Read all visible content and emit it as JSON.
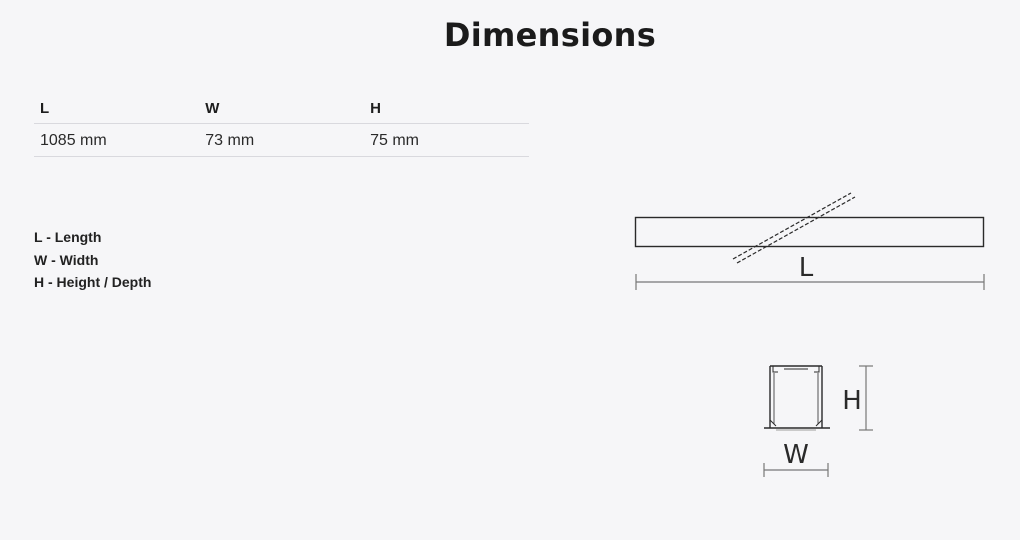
{
  "page": {
    "title": "Dimensions"
  },
  "dimensions_table": {
    "headers": [
      "L",
      "W",
      "H"
    ],
    "values": [
      "1085 mm",
      "73 mm",
      "75 mm"
    ]
  },
  "legend": [
    "L - Length",
    "W - Width",
    "H - Height / Depth"
  ],
  "drawing": {
    "length_label": "L",
    "width_label": "W",
    "height_label": "H",
    "line_color": "#2a2a2a",
    "dim_line_color": "#777777"
  }
}
